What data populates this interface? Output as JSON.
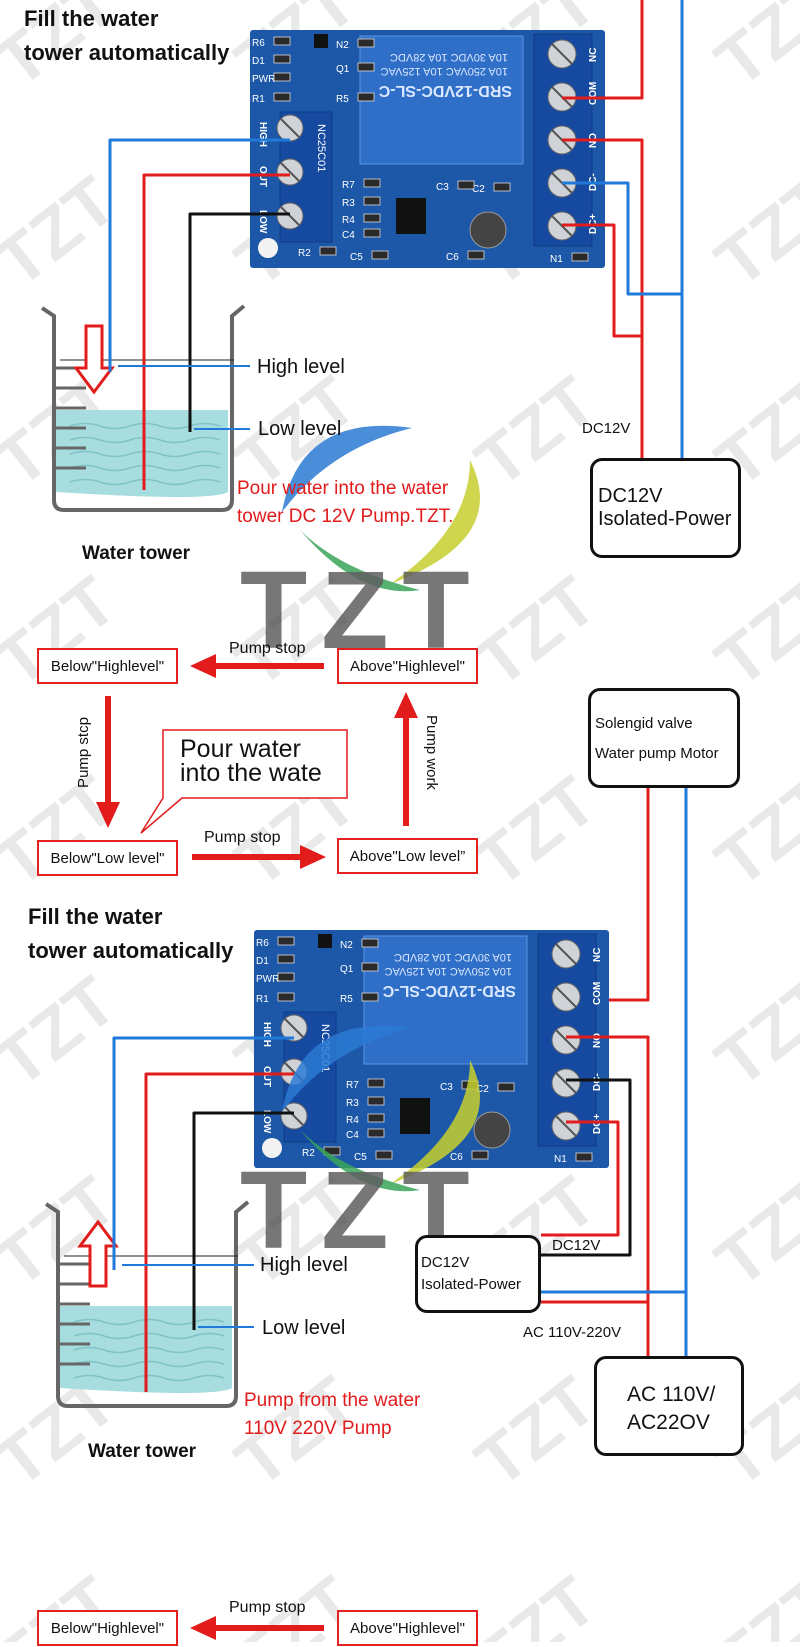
{
  "colors": {
    "red": "#e21b1b",
    "blue": "#1f7ad9",
    "black": "#111111",
    "board": "#1d57a8",
    "water": "#a8dde0"
  },
  "diagram1": {
    "title_line1": "Fill the water",
    "title_line2": "tower automatically",
    "high_level": "High level",
    "low_level": "Low level",
    "pump_note_line1": "Pour water into the water",
    "pump_note_line2": "tower DC 12V Pump.TZT.",
    "tank_caption": "Water tower",
    "dc_label": "DC12V",
    "power_line1": "DC12V",
    "power_line2": "Isolated-Power",
    "arrow_icon": "down-arrow-icon"
  },
  "flow": {
    "below_high": "Below\"Highlevel\"",
    "above_high": "Above\"Highlevel\"",
    "below_low": "Below\"Low level\"",
    "above_low": "Above\"Low level”",
    "pump_stop_top": "Pump stop",
    "pump_stop_bottom": "Pump stop",
    "pump_stop_vertical": "Pump stcp",
    "pump_work": "Pump work",
    "callout_line1": "Pour water",
    "callout_line2": "into the wate"
  },
  "device": {
    "line1": "Solengid valve",
    "line2": "Water pump Motor"
  },
  "diagram2": {
    "title_line1": "Fill the water",
    "title_line2": "tower automatically",
    "high_level": "High level",
    "low_level": "Low level",
    "pump_note_line1": "Pump from the water",
    "pump_note_line2": "110V 220V Pump",
    "tank_caption": "Water tower",
    "power_line1": "DC12V",
    "power_line2": "Isolated-Power",
    "dc_label": "DC12V",
    "ac_label": "AC 110V-220V",
    "ac_box_line1": "AC 110V/",
    "ac_box_line2": "AC22OV",
    "arrow_icon": "up-arrow-icon"
  },
  "flow2": {
    "below_high": "Below\"Highlevel\"",
    "pump_stop": "Pump stop",
    "above_high": "Above\"Highlevel\""
  },
  "board": {
    "relay_model": "SRD-12VDC-SL-C",
    "relay_spec1": "10A 250VAC  10A 125VAC",
    "relay_spec2": "10A 30VDC  10A 28VDC",
    "chip_label": "NC25C01",
    "sensor_pins": [
      "HIGH",
      "OUT",
      "LOW"
    ],
    "relay_pins": [
      "NC",
      "COM",
      "NO",
      "DC-",
      "DC+"
    ],
    "components": [
      "R6",
      "D1",
      "PWR",
      "R1",
      "N2",
      "Q1",
      "R5",
      "R7",
      "R3",
      "R4",
      "C4",
      "R2",
      "C5",
      "C6",
      "C2",
      "C3",
      "N1"
    ]
  },
  "watermark": {
    "text": "TZT"
  }
}
